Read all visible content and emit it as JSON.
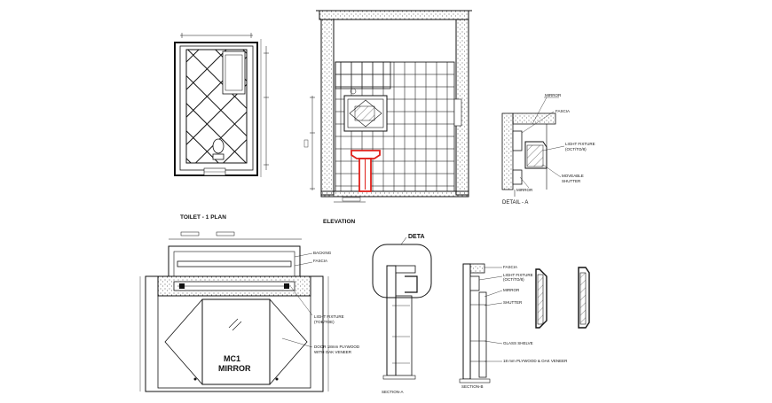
{
  "labels": {
    "toilet_plan": "TOILET - 1 PLAN",
    "elevation": "ELEVATION",
    "detail_a": "DETAIL - A",
    "deta_callout": "DETA",
    "section_a": "SECTION-A",
    "section_b": "SECTION-B",
    "mc1": "MC1",
    "mirror": "MIRROR",
    "backing": "BACKING",
    "fascia": "FASCIA",
    "light_fixture": "LIGHT FIXTURE",
    "light_fixture_sub": "(TOE/TOE)",
    "door_line1": "DOOR 18mm PLYWOOD",
    "door_line2": "WITH OAK VENEER",
    "da_fascia": "FASCIA",
    "da_light_fixture": "LIGHT FIXTURE",
    "da_light_fixture_sub": "(OCT/TO/8)",
    "da_moveable": "MOVEABLE",
    "da_moveable_sub": "SHUTTER",
    "da_mirror": "MIRROR",
    "sb_fascia": "FASCIA",
    "sb_light": "LIGHT FIXTURE",
    "sb_light_sub": "(OCT/TO/8)",
    "sb_mirror": "MIRROR",
    "sb_shutter": "SHUTTER",
    "sb_shelf": "GLASS SHELVE",
    "sb_plywood": "18 mm PLYWOOD & OAK VENEER"
  },
  "palette": {
    "line": "#111111",
    "highlight": "#e0201a",
    "paper": "#ffffff"
  }
}
